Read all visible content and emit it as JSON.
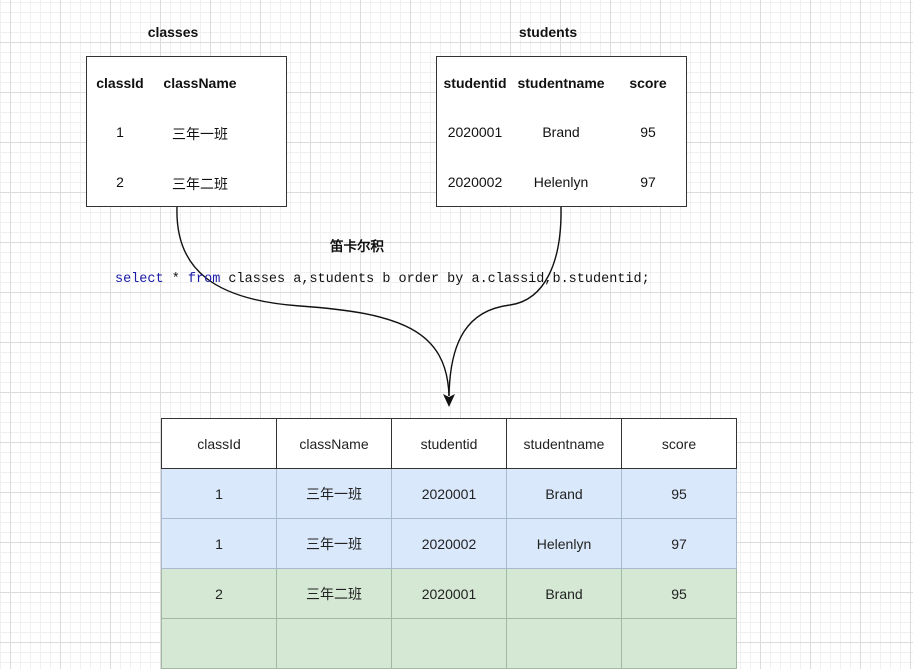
{
  "classes": {
    "title": "classes",
    "headers": [
      "classId",
      "className"
    ],
    "rows": [
      [
        "1",
        "三年一班"
      ],
      [
        "2",
        "三年二班"
      ]
    ]
  },
  "students": {
    "title": "students",
    "headers": [
      "studentid",
      "studentname",
      "score"
    ],
    "rows": [
      [
        "2020001",
        "Brand",
        "95"
      ],
      [
        "2020002",
        "Helenlyn",
        "97"
      ]
    ]
  },
  "label": "笛卡尔积",
  "sql": {
    "kw1": "select",
    "star": " * ",
    "kw2": "from",
    "rest": " classes a,students b order by a.classid,b.studentid;"
  },
  "result": {
    "headers": [
      "classId",
      "className",
      "studentid",
      "studentname",
      "score"
    ],
    "rows": [
      {
        "group": "blue",
        "cells": [
          "1",
          "三年一班",
          "2020001",
          "Brand",
          "95"
        ]
      },
      {
        "group": "blue",
        "cells": [
          "1",
          "三年一班",
          "2020002",
          "Helenlyn",
          "97"
        ]
      },
      {
        "group": "green",
        "cells": [
          "2",
          "三年二班",
          "2020001",
          "Brand",
          "95"
        ]
      },
      {
        "group": "green",
        "cells": [
          "",
          "",
          "",
          "",
          ""
        ]
      }
    ]
  },
  "colors": {
    "row_blue": "#dae8fc",
    "row_green": "#d5e8d4",
    "sql_keyword": "#1a1aa6"
  }
}
